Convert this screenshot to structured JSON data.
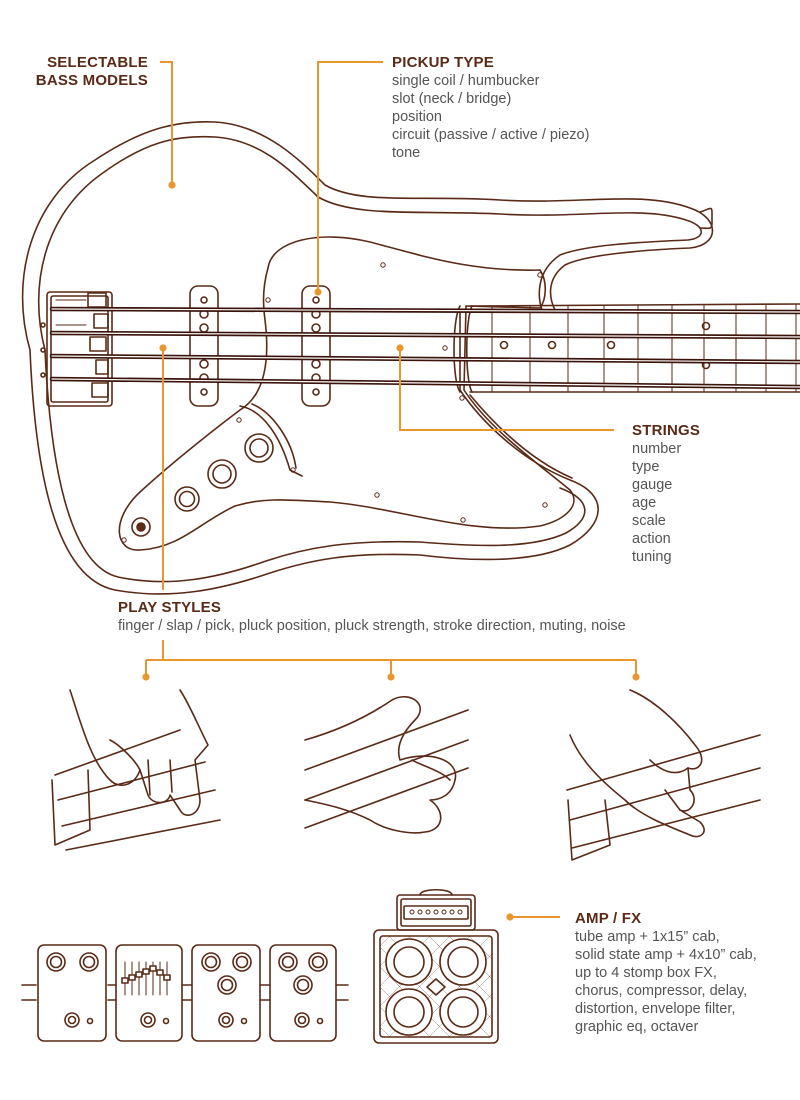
{
  "callouts": {
    "bass_models": {
      "title_line1": "SELECTABLE",
      "title_line2": "BASS MODELS"
    },
    "pickup": {
      "title": "PICKUP TYPE",
      "details": [
        "single coil / humbucker",
        "slot (neck / bridge)",
        "position",
        "circuit (passive / active / piezo)",
        "tone"
      ]
    },
    "strings": {
      "title": "STRINGS",
      "details": [
        "number",
        "type",
        "gauge",
        "age",
        "scale",
        "action",
        "tuning"
      ]
    },
    "play_styles": {
      "title": "PLAY STYLES",
      "details": "finger / slap / pick, pluck position, pluck strength, stroke direction, muting, noise"
    },
    "amp_fx": {
      "title": "AMP / FX",
      "details": [
        "tube amp + 1x15” cab,",
        "solid state amp + 4x10” cab,",
        "up to 4 stomp box FX,",
        "chorus, compressor, delay,",
        "distortion, envelope filter,",
        "graphic eq, octaver"
      ]
    }
  },
  "icons": [
    "bass-guitar-illustration",
    "finger-pluck-hand-icon",
    "slap-hand-icon",
    "pick-hand-icon",
    "stomp-box-pedal-icon",
    "graphic-eq-pedal-icon",
    "amp-head-icon",
    "speaker-cabinet-icon"
  ],
  "colors": {
    "line": "#5a2a17",
    "accent": "#e8962e",
    "text": "#555555",
    "title": "#5a2a17"
  }
}
